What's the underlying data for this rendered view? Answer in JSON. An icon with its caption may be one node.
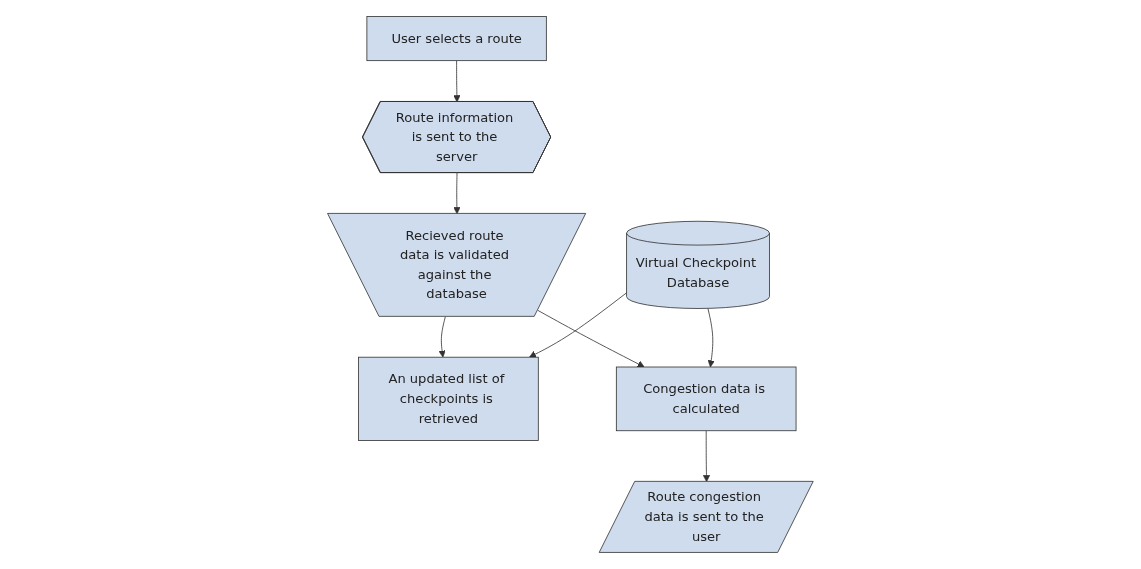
{
  "diagram": {
    "nodes": [
      {
        "text": [
          "Virtual Checkpoint Database"
        ]
      },
      {
        "text": [
          "Route congestion data is sent to the user"
        ]
      },
      {
        "text": [
          "User selects a route"
        ]
      },
      {
        "text": [
          "An updated list of checkpoints is retrieved"
        ]
      },
      {
        "text": [
          "Congestion data is calculated"
        ]
      },
      {
        "text": [
          "Route information is sent to the server"
        ]
      },
      {
        "text": [
          "Recieved route data is validated against the database"
        ]
      }
    ],
    "edges": [
      {
        "from": 2,
        "to": 5,
        "arrow": "to"
      },
      {
        "from": 5,
        "to": 6,
        "arrow": "to"
      },
      {
        "from": 6,
        "to": 3,
        "arrow": "to"
      },
      {
        "from": 6,
        "to": 4,
        "arrow": "to"
      },
      {
        "from": 0,
        "to": 3,
        "arrow": "to"
      },
      {
        "from": 0,
        "to": 4,
        "arrow": "to"
      },
      {
        "from": 4,
        "to": 1,
        "arrow": "to"
      }
    ]
  }
}
